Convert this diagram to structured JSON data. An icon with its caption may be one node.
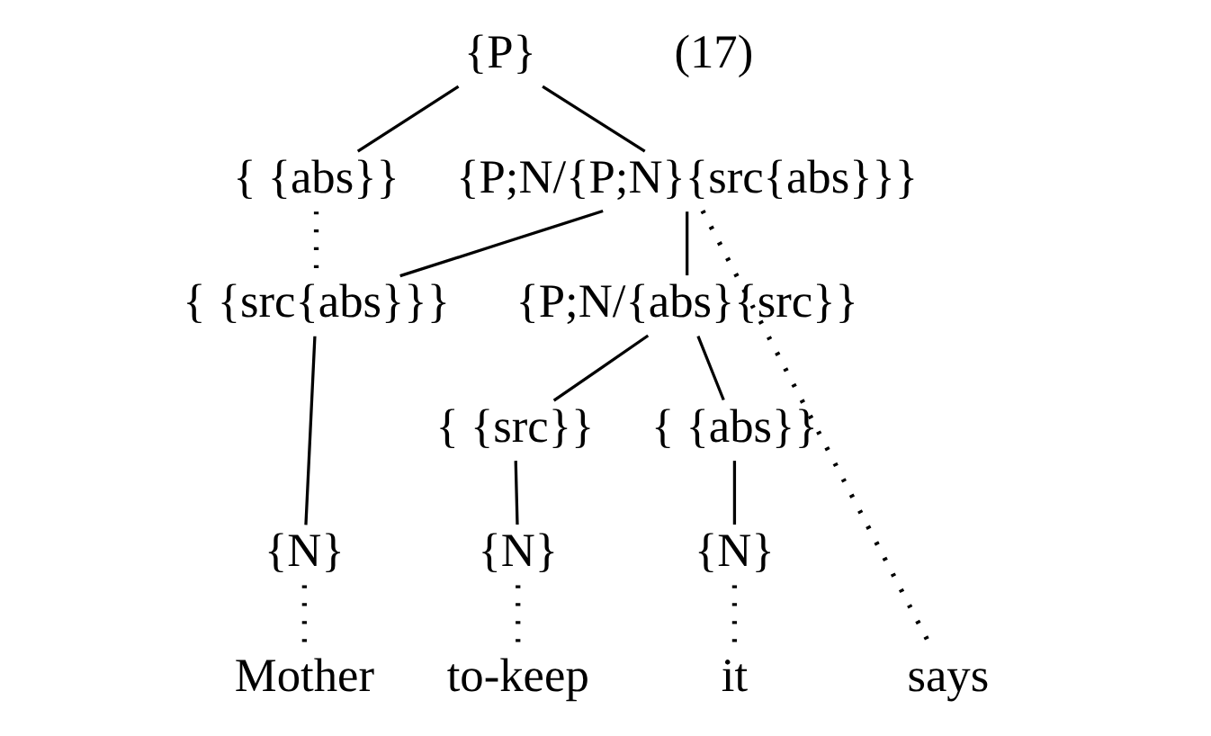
{
  "diagram": {
    "nodes": [
      {
        "text": [
          "{P}"
        ]
      },
      {
        "text": [
          "{ {abs}}"
        ]
      },
      {
        "text": [
          "{P;N/{P;N}{src{abs}}}"
        ]
      },
      {
        "text": [
          "{ {src{abs}}}"
        ]
      },
      {
        "text": [
          "{P;N/{abs}{src}}"
        ]
      },
      {
        "text": [
          "{N}"
        ]
      },
      {
        "text": [
          "{ {src}}"
        ]
      },
      {
        "text": [
          "{ {abs}}"
        ]
      },
      {
        "text": [
          "{N}"
        ]
      },
      {
        "text": [
          "{N}"
        ]
      },
      {
        "text": [
          "Mother"
        ]
      },
      {
        "text": [
          "says"
        ]
      },
      {
        "text": [
          "to-keep"
        ]
      },
      {
        "text": [
          "it"
        ]
      }
    ],
    "edges": [
      {
        "from": 0,
        "to": 1,
        "arrow": "none"
      },
      {
        "from": 0,
        "to": 2,
        "arrow": "none"
      },
      {
        "from": 1,
        "to": 3,
        "arrow": "none",
        "style": "dashed"
      },
      {
        "from": 2,
        "to": 3,
        "arrow": "none"
      },
      {
        "from": 2,
        "to": 11,
        "arrow": "none",
        "style": "dashed"
      },
      {
        "from": 2,
        "to": 4,
        "arrow": "none"
      },
      {
        "from": 3,
        "to": 5,
        "arrow": "none"
      },
      {
        "from": 4,
        "to": 6,
        "arrow": "none"
      },
      {
        "from": 4,
        "to": 7,
        "arrow": "none"
      },
      {
        "from": 5,
        "to": 10,
        "arrow": "none",
        "style": "dashed"
      },
      {
        "from": 6,
        "to": 8,
        "arrow": "none"
      },
      {
        "from": 7,
        "to": 9,
        "arrow": "none"
      },
      {
        "from": 8,
        "to": 12,
        "arrow": "none",
        "style": "dashed"
      },
      {
        "from": 9,
        "to": 13,
        "arrow": "none",
        "style": "dashed"
      }
    ],
    "labels": [
      "(17)"
    ]
  }
}
